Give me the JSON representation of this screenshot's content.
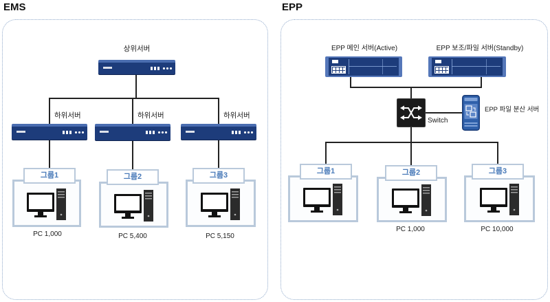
{
  "colors": {
    "server_blue": "#1d3c7b",
    "server_top": "#4a6db0",
    "rack_frame": "#5577b9",
    "panel_border": "#8ea8ca",
    "group_border": "#b9c9db",
    "group_text": "#4a7bb9",
    "line": "#222222",
    "switch_fill": "#1b1b1b",
    "file_server_blue": "#2f60aa"
  },
  "ems": {
    "title": "EMS",
    "upper_server": {
      "label": "상위서버"
    },
    "lower_servers": [
      {
        "label": "하위서버"
      },
      {
        "label": "하위서버"
      },
      {
        "label": "하위서버"
      }
    ],
    "groups": [
      {
        "label": "그룹1",
        "pc_count": "PC 1,000"
      },
      {
        "label": "그룹2",
        "pc_count": "PC 5,400"
      },
      {
        "label": "그룹3",
        "pc_count": "PC 5,150"
      }
    ]
  },
  "epp": {
    "title": "EPP",
    "main_server": {
      "label": "EPP 메인 서버(Active)"
    },
    "standby_server": {
      "label": "EPP 보조/파일 서버(Standby)"
    },
    "switch": {
      "label": "Switch"
    },
    "file_server": {
      "label": "EPP 파일 분산 서버"
    },
    "groups": [
      {
        "label": "그룹1"
      },
      {
        "label": "그룹2",
        "pc_count": "PC 1,000"
      },
      {
        "label": "그룹3",
        "pc_count": "PC 10,000"
      }
    ]
  }
}
